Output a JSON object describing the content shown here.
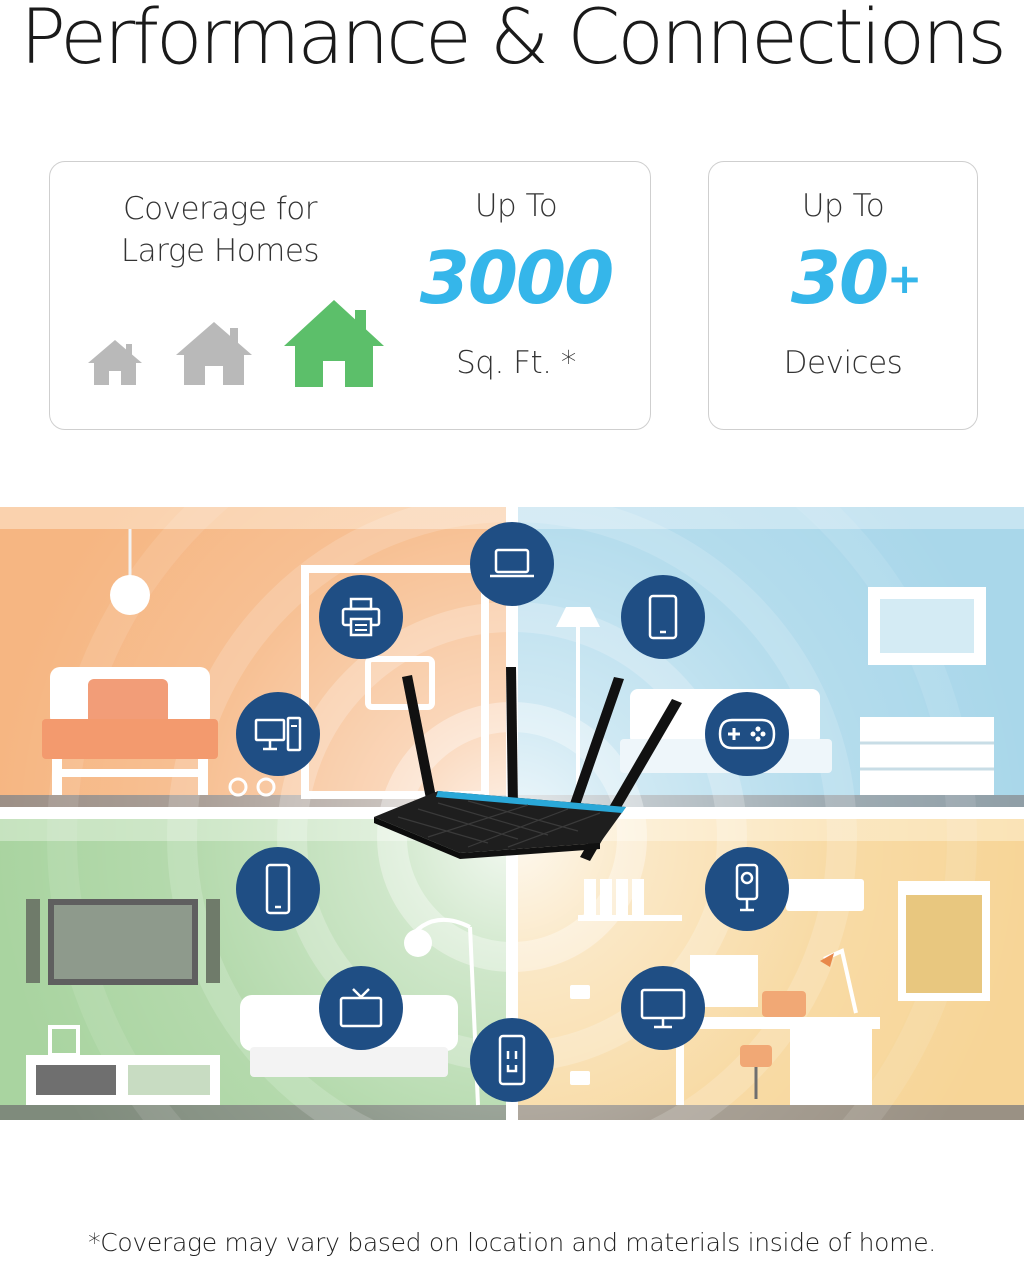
{
  "title": "Performance & Connections",
  "coverage": {
    "label_line1": "Coverage for",
    "label_line2": "Large Homes",
    "upto": "Up To",
    "value": "3000",
    "unit": "Sq. Ft. *"
  },
  "devices": {
    "upto": "Up To",
    "value": "30",
    "plus": "+",
    "unit": "Devices"
  },
  "footnote": "*Coverage may vary based on location and materials inside of home.",
  "colors": {
    "accent": "#35b6ea",
    "icon_circle": "#1f4e84",
    "house_active": "#5cbf6a",
    "house_inactive": "#b9b9b9",
    "room_orange": "#f6b682",
    "room_blue": "#a9d7ea",
    "room_green": "#a9d4a0",
    "room_yellow": "#f7d597"
  },
  "device_icons": [
    "laptop-icon",
    "printer-icon",
    "desktop-computer-icon",
    "tablet-icon",
    "gamepad-icon",
    "smartphone-icon",
    "tv-icon",
    "smart-plug-icon",
    "ip-camera-icon",
    "monitor-icon"
  ]
}
